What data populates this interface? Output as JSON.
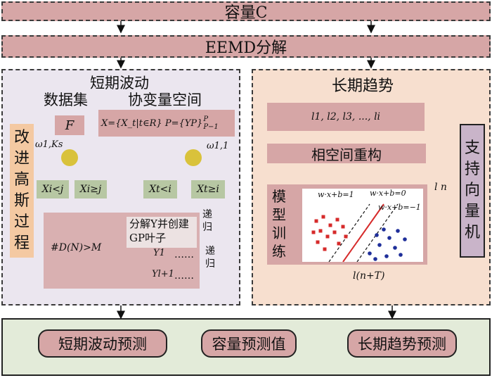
{
  "top_bar": {
    "capacity": "容量C"
  },
  "eemd_bar": {
    "label": "EEMD分解"
  },
  "left_panel": {
    "title": "短期波动",
    "dataset_label": "数据集",
    "covariate_label": "协变量空间",
    "side_label_chars": [
      "改",
      "进",
      "高",
      "斯",
      "过",
      "程"
    ],
    "f_box": "F",
    "formula": "X={X_t|t∈R}  P={YP}",
    "formula_sup": "P",
    "formula_sub": "P−1",
    "omega_left": "ω1,Ks",
    "omega_right": "ω1,1",
    "leaves": [
      "Xi<j",
      "Xi≥j",
      "Xt<i",
      "Xt≥i"
    ],
    "decision": "#D(N)>M",
    "split_label": "分解Y并创建GP叶子",
    "recursion_1": "递归",
    "recursion_2": "递归",
    "y_top": "Y1",
    "y_bottom": "Yl+1",
    "dots_1": "……",
    "dots_2": "……"
  },
  "right_panel": {
    "title": "长期趋势",
    "sequence": "l1, l2, l3, ..., li",
    "reconstruct": "相空间重构",
    "model_chars": [
      "模",
      "型",
      "训",
      "练"
    ],
    "svm_label_1": "w·x+b=1",
    "svm_label_0": "w·x+b=0",
    "svm_label_neg": "w·x+b=−1",
    "ln_label": "l n",
    "output": "l(n+T)",
    "svm_side_chars": [
      "支",
      "持",
      "向",
      "量",
      "机"
    ]
  },
  "bottom_panel": {
    "short_term": "短期波动预测",
    "capacity_pred": "容量预测值",
    "long_term": "长期趋势预测"
  },
  "colors": {
    "rose": "#d6a6a6",
    "lavender": "#ebe6ef",
    "peach": "#f7dfcf",
    "sage": "#e3ebd9",
    "leaf_green": "#b7c7a3",
    "node_yellow": "#d9c23b",
    "red_points": "#d62a2a",
    "blue_points": "#1f2f9a"
  }
}
